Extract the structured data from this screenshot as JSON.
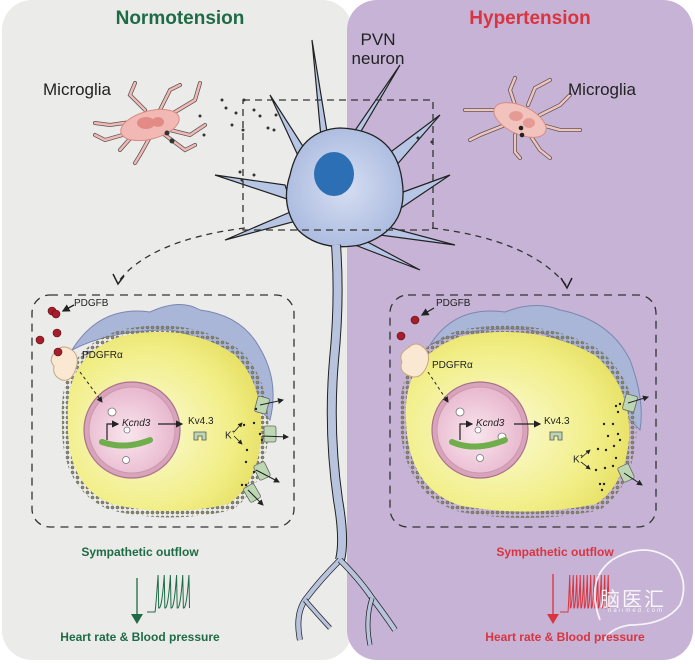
{
  "colors": {
    "normo_bg": "#ebebea",
    "hyper_bg": "#c6b3d5",
    "normo_accent": "#1e6b45",
    "hyper_accent": "#d9343f",
    "cell_cytoplasm": "#f1ef8a",
    "nucleus": "#efc5d8",
    "glia_cap": "#aab6d8",
    "neuron_body": "#b3c3e3",
    "neuron_nucleus": "#2d6fb5",
    "channel": "#bcd7b2",
    "pdgfb": "#a61e2c",
    "microglia": "#f2b8b3"
  },
  "neuron": {
    "label_line1": "PVN",
    "label_line2": "neuron"
  },
  "normotension": {
    "title": "Normotension",
    "microglia_label": "Microglia",
    "pdgfb_label": "PDGFB",
    "receptor_label": "PDGFRα",
    "gene_label": "Kcnd3",
    "protein_label": "Kv4.3",
    "ion_label": "K+",
    "outflow_label": "Sympathetic outflow",
    "outcome_label": "Heart rate & Blood pressure",
    "outflow_direction": "down",
    "spike_count": 6,
    "pdgfb_particles": 5,
    "kv_channels": 4
  },
  "hypertension": {
    "title": "Hypertension",
    "microglia_label": "Microglia",
    "pdgfb_label": "PDGFB",
    "receptor_label": "PDGFRα",
    "gene_label": "Kcnd3",
    "protein_label": "Kv4.3",
    "ion_label": "K+",
    "outflow_label": "Sympathetic outflow",
    "outcome_label": "Heart rate & Blood pressure",
    "outflow_direction": "down",
    "spike_count": 12,
    "pdgfb_particles": 2,
    "kv_channels": 2
  },
  "watermark": {
    "text": "脑医汇",
    "subtext": "naiimed.com"
  }
}
